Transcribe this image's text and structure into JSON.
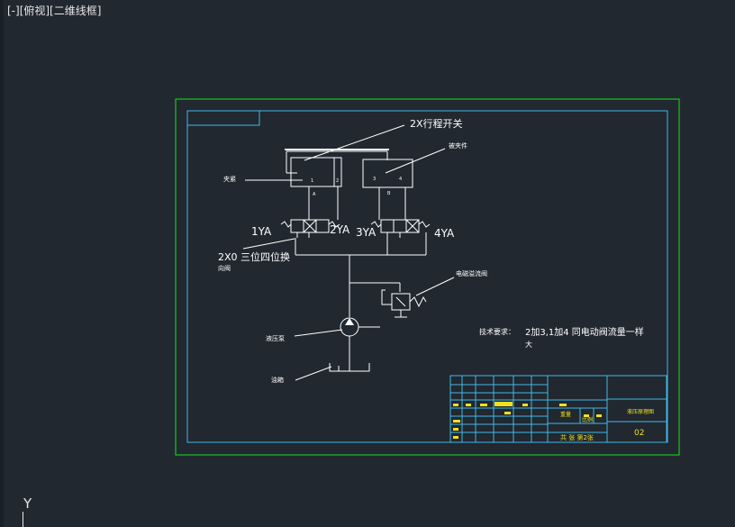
{
  "viewport": {
    "label": "[-][俯视][二维线框]"
  },
  "ucs": {
    "y_label": "Y"
  },
  "colors": {
    "background": "#212830",
    "frame_green": "#19c419",
    "frame_cyan": "#3fb8e8",
    "yellow": "#f0e020"
  },
  "drawing": {
    "labels": {
      "limit_switch": "2X行程开关",
      "workpiece": "被夹件",
      "cylinder": "夹紧",
      "yv1": "1YA",
      "yv2": "2YA",
      "yv3": "3YA",
      "yv4": "4YA",
      "valve_line1": "2X0 三位四位换",
      "valve_line2": "向阀",
      "relief_valve": "电磁溢流阀",
      "pump": "液压泵",
      "tank": "油箱",
      "tech_req_title": "技术要求：",
      "tech_req_line1": "2加3,1加4 同电动阀流量一样",
      "tech_req_line2": "大",
      "cyl_a": "A",
      "cyl_b": "B",
      "chamber_1": "1",
      "chamber_2": "2",
      "chamber_3": "3",
      "chamber_4": "4"
    },
    "title_block": {
      "drawing_name": "液压原理图",
      "drawing_no": "02",
      "material": "重量",
      "scale": "比例",
      "sheet": "共 张 第2张"
    }
  }
}
